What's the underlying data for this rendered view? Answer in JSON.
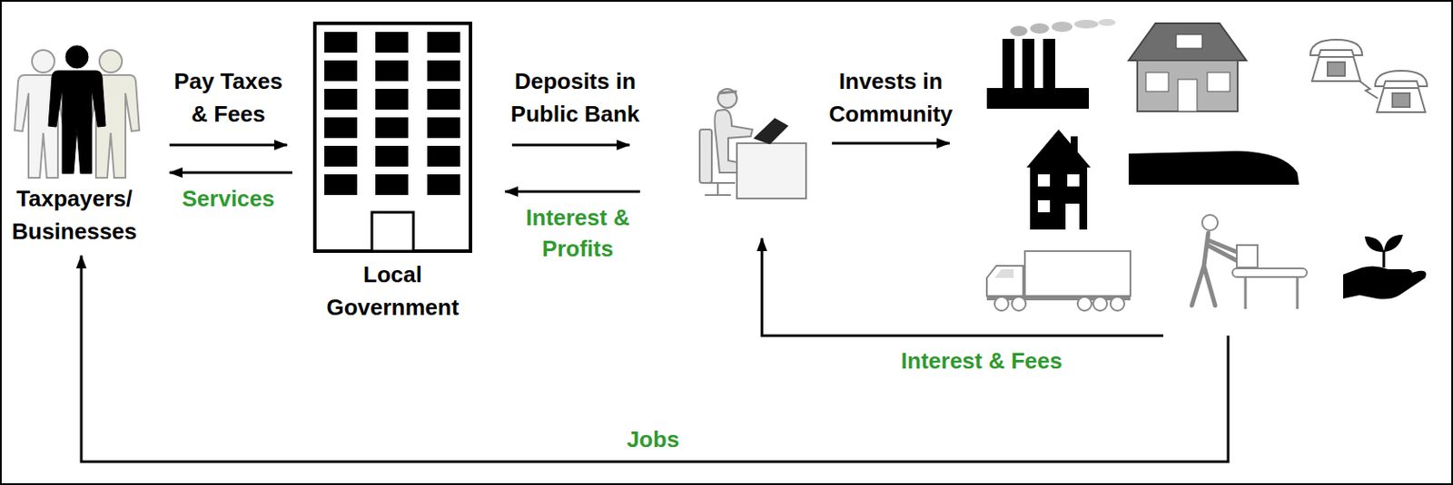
{
  "diagram": {
    "nodes": [
      {
        "text": [
          "Taxpayers/ Businesses"
        ]
      },
      {
        "text": [
          "Local Government"
        ]
      },
      {
        "text": []
      },
      {
        "text": []
      }
    ],
    "edges": [
      {
        "from": 0,
        "to": 1,
        "label": "Pay Taxes & Fees",
        "arrow": "to"
      },
      {
        "from": 1,
        "to": 0,
        "label": "Services",
        "arrow": "to"
      },
      {
        "from": 1,
        "to": 2,
        "label": "Deposits in Public Bank",
        "arrow": "to"
      },
      {
        "from": 2,
        "to": 1,
        "label": "Interest & Profits",
        "arrow": "to"
      },
      {
        "from": 2,
        "to": 3,
        "label": "Invests in Community",
        "arrow": "to"
      },
      {
        "from": 3,
        "to": 2,
        "label": "Interest & Fees",
        "arrow": "to"
      },
      {
        "from": 3,
        "to": 0,
        "label": "Jobs",
        "arrow": "to"
      }
    ]
  }
}
